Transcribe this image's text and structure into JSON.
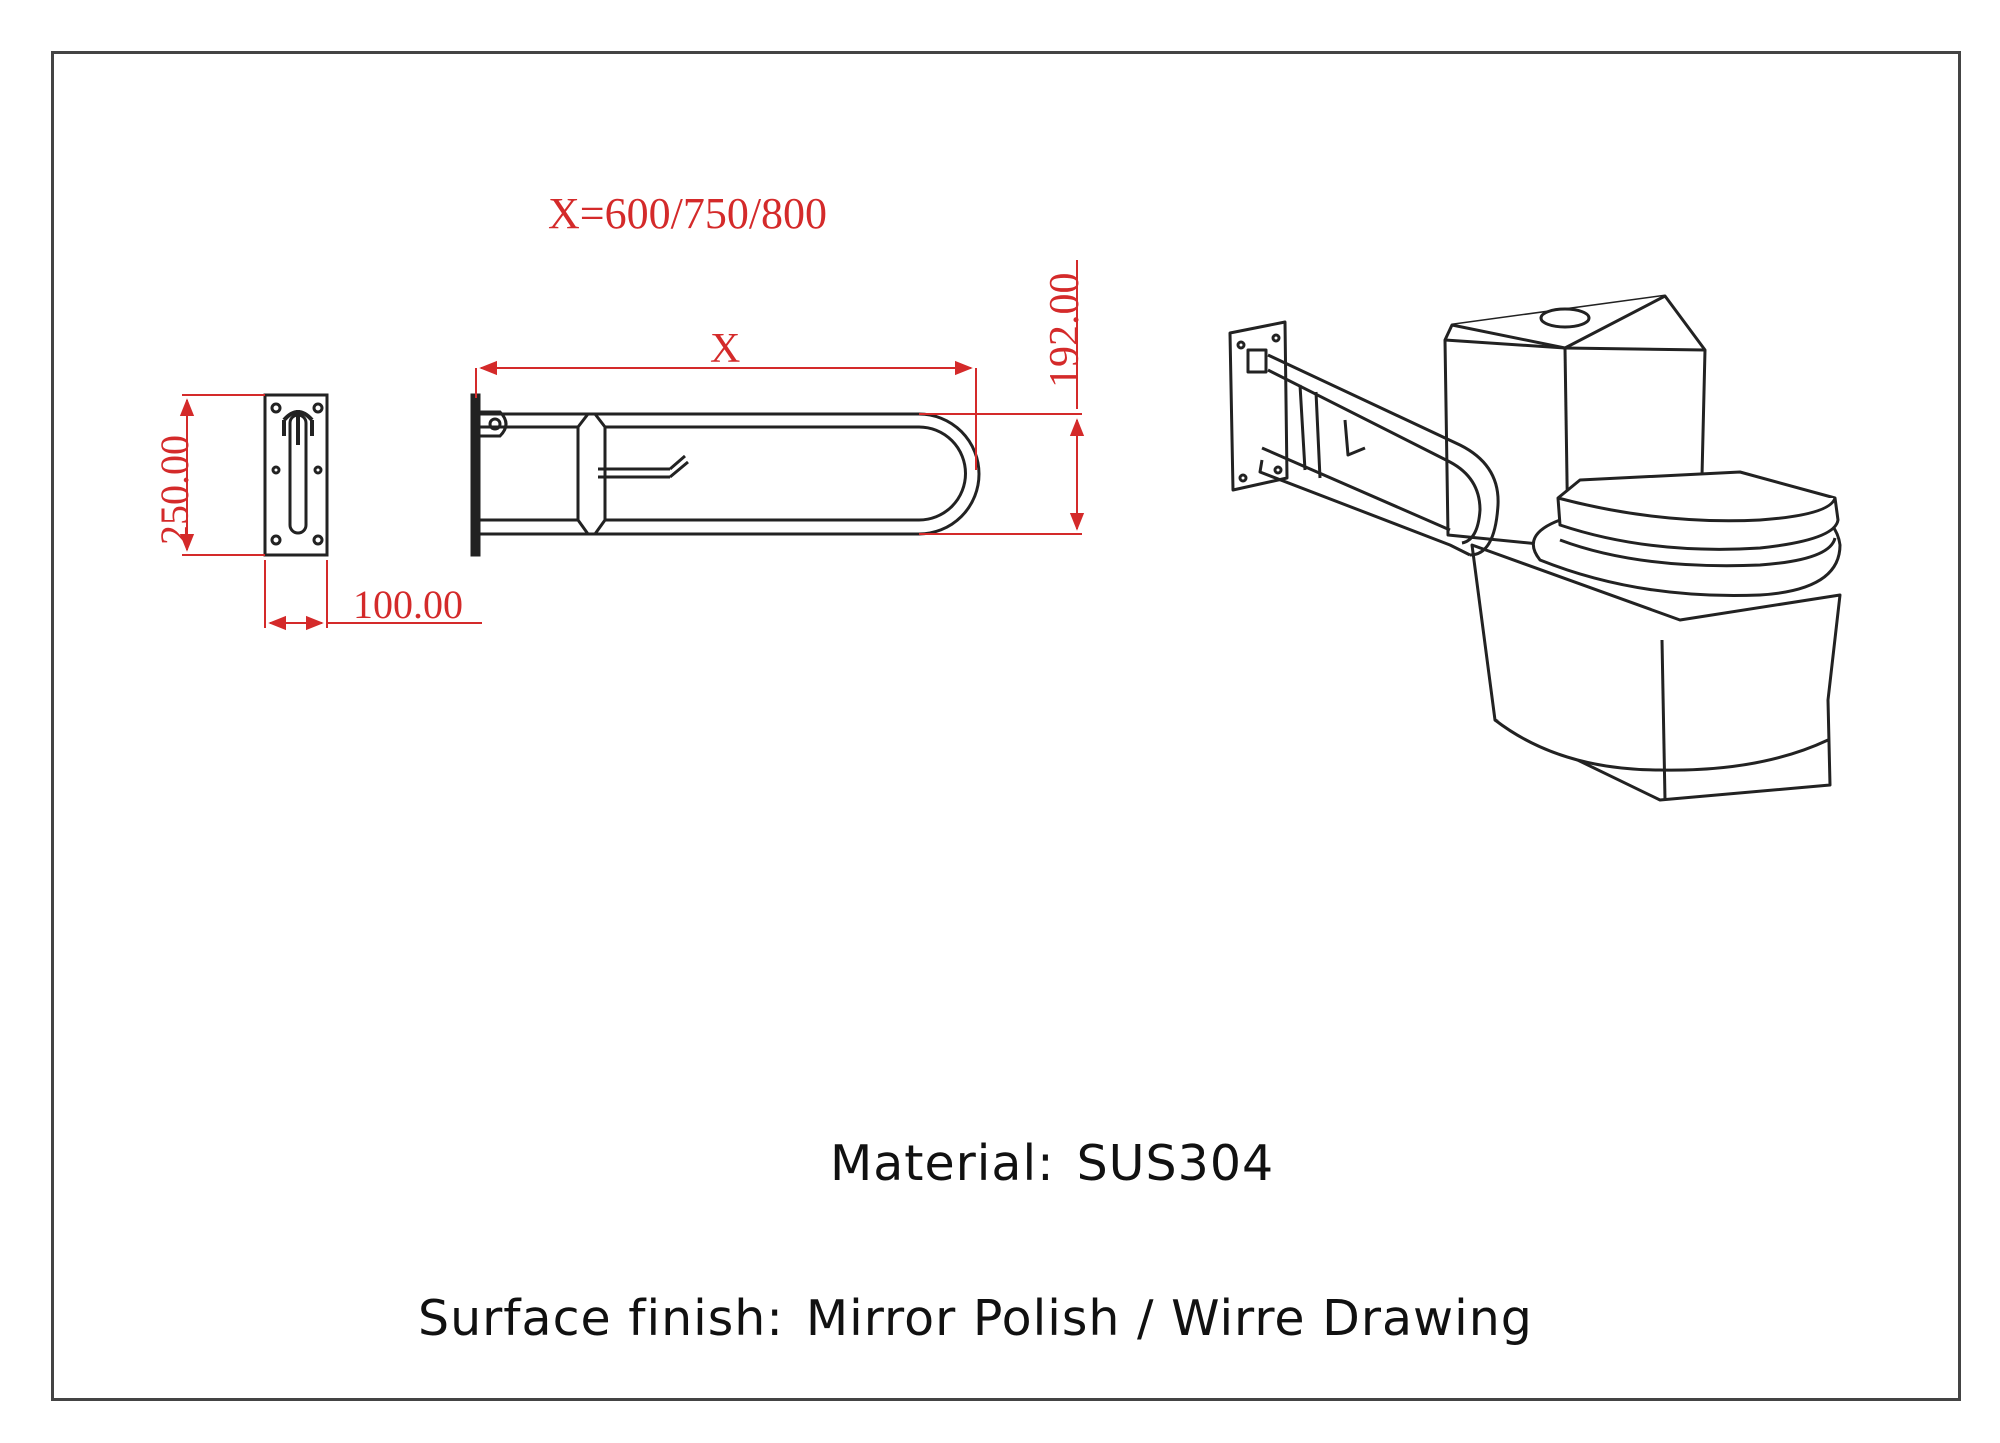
{
  "dimensions": {
    "x_formula": "X=600/750/800",
    "x_label": "X",
    "height": "192.00",
    "plate_height": "250.00",
    "plate_width": "100.00"
  },
  "specs": {
    "material_label": "Material:",
    "material_value": "SUS304",
    "finish_label": "Surface finish:",
    "finish_value": "Mirror Polish / Wirre Drawing"
  },
  "colors": {
    "dimension": "#d42a2a",
    "linework": "#222222",
    "frame": "#444444",
    "text": "#111111"
  }
}
